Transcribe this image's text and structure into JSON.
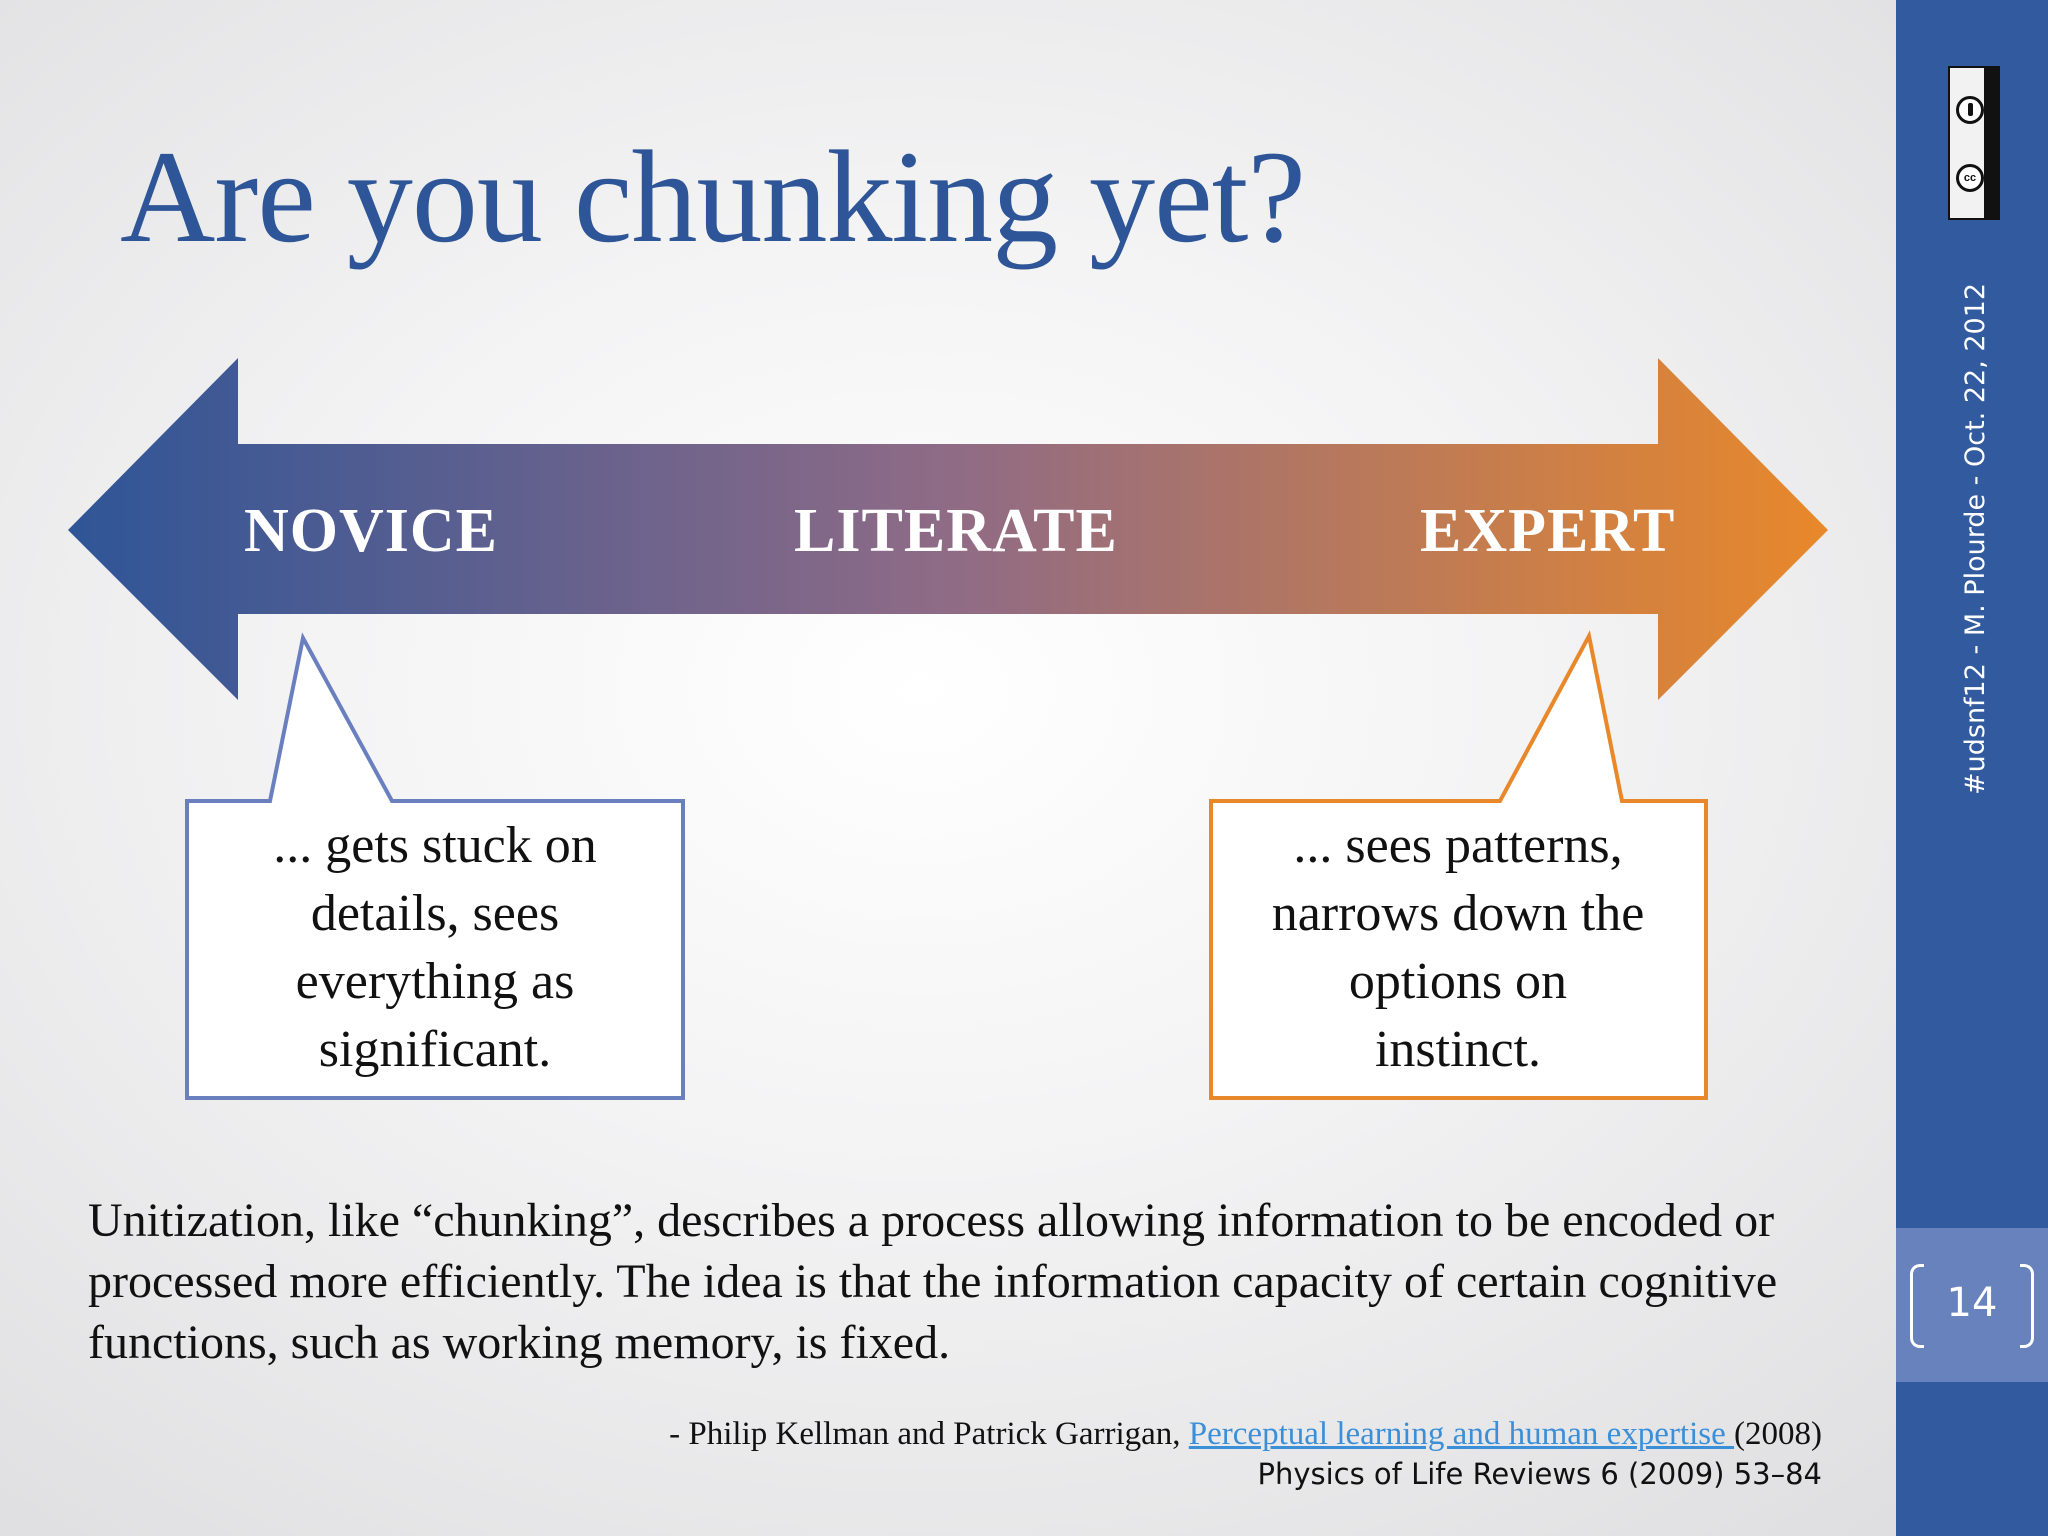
{
  "slide": {
    "title": "Are you chunking yet?",
    "arrow": {
      "labels": {
        "left": "NOVICE",
        "middle": "LITERATE",
        "right": "EXPERT"
      },
      "colors": {
        "left": "#2f5597",
        "middle": "#8f6b86",
        "right": "#e8882a"
      }
    },
    "callouts": {
      "novice": {
        "lines": [
          "... gets stuck on",
          "details, sees",
          "everything as",
          "significant."
        ],
        "border_color": "#6a7fbe"
      },
      "expert": {
        "lines": [
          "... sees patterns,",
          "narrows down the",
          "options on",
          "instinct."
        ],
        "border_color": "#e8882a"
      }
    },
    "body": "Unitization, like “chunking”, describes a process allowing information to be encoded or processed more efficiently. The idea is that the information capacity of certain cognitive functions, such as working memory, is fixed.",
    "citation": {
      "prefix": "- Philip Kellman and Patrick Garrigan, ",
      "link_text": "Perceptual learning and human expertise ",
      "year": "(2008)",
      "journal": "Physics of Life Reviews 6 (2009) 53–84"
    }
  },
  "sidebar": {
    "caption": "#udsnf12 - M. Plourde - Oct. 22, 2012",
    "page_number": "14",
    "license": {
      "icon": "cc-by-license-icon",
      "cc_text": "cc",
      "by_text": "BY"
    },
    "colors": {
      "background": "#325a9e",
      "page_box": "#6882bd"
    }
  }
}
